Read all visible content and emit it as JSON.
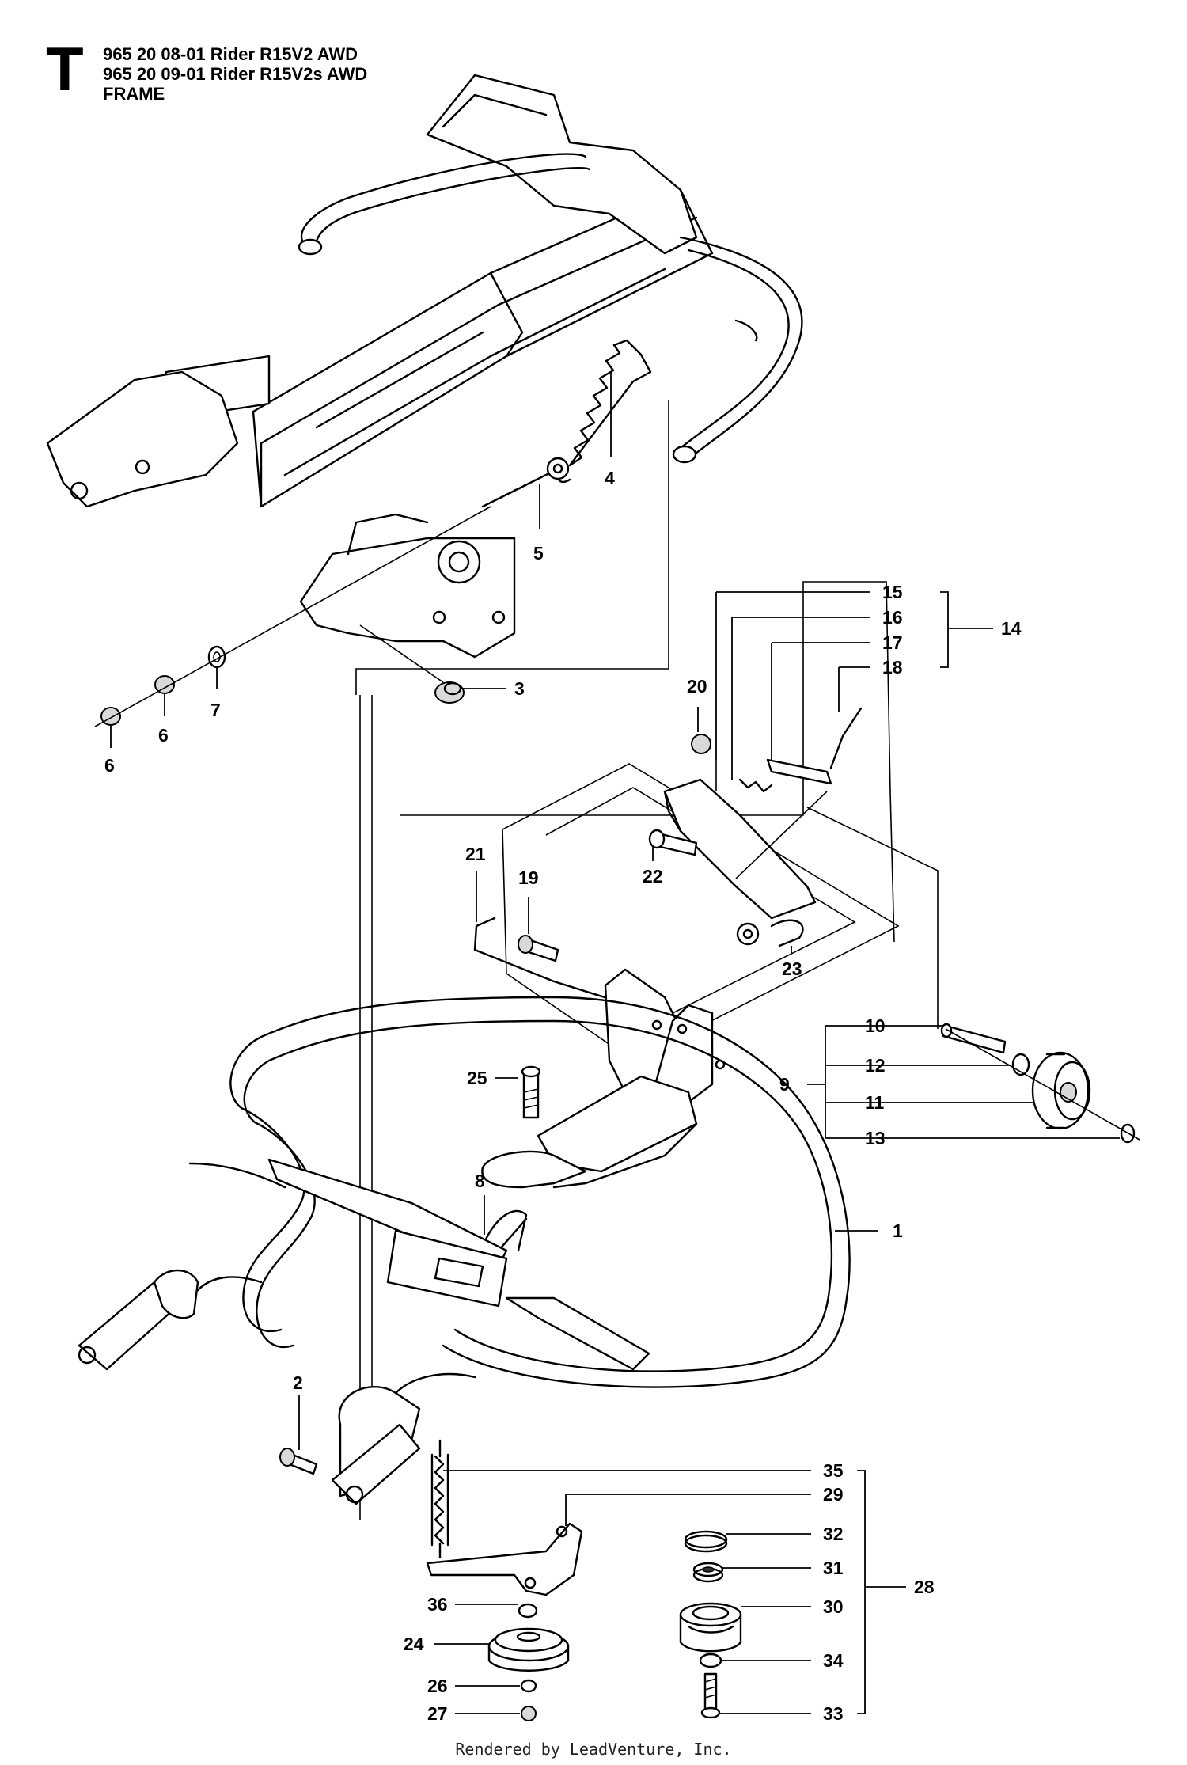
{
  "header": {
    "section_letter": "T",
    "lines": [
      "965 20 08-01 Rider R15V2 AWD",
      "965 20 09-01 Rider R15V2s AWD",
      "FRAME"
    ]
  },
  "callouts": {
    "c1": "1",
    "c2": "2",
    "c3": "3",
    "c4": "4",
    "c5": "5",
    "c6a": "6",
    "c6b": "6",
    "c7": "7",
    "c8": "8",
    "c9": "9",
    "c10": "10",
    "c11": "11",
    "c12": "12",
    "c13": "13",
    "c14": "14",
    "c15": "15",
    "c16": "16",
    "c17": "17",
    "c18": "18",
    "c19": "19",
    "c20": "20",
    "c21": "21",
    "c22": "22",
    "c23": "23",
    "c24": "24",
    "c25": "25",
    "c26": "26",
    "c27": "27",
    "c28": "28",
    "c29": "29",
    "c30": "30",
    "c31": "31",
    "c32": "32",
    "c33": "33",
    "c34": "34",
    "c35": "35",
    "c36": "36"
  },
  "footer": "Rendered by LeadVenture, Inc."
}
